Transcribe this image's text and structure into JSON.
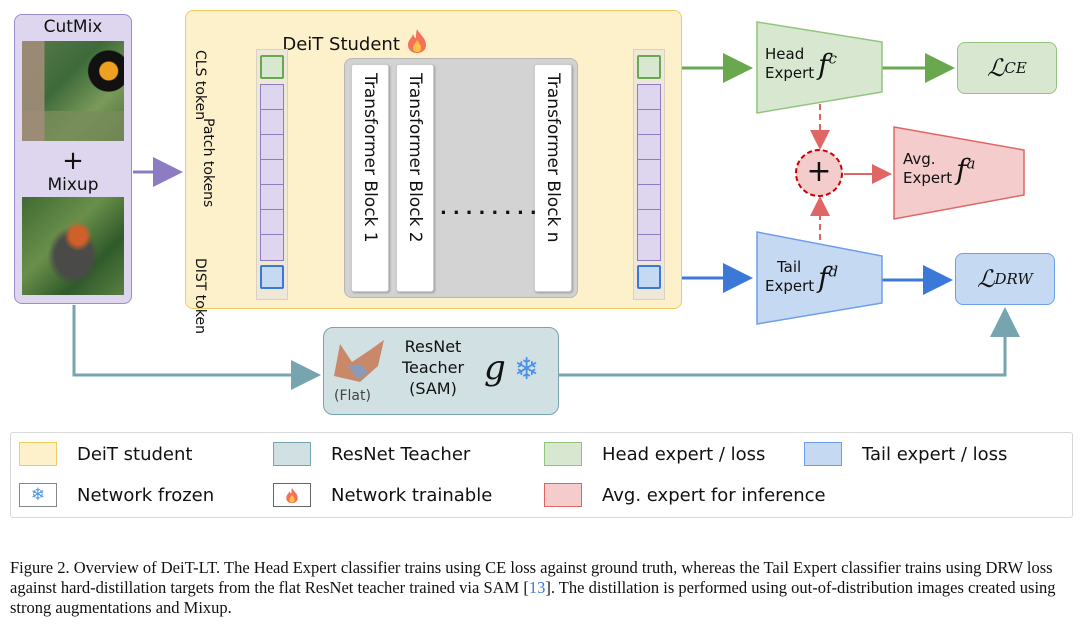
{
  "input": {
    "cutmix_label": "CutMix",
    "plus_symbol": "+",
    "mixup_label": "Mixup"
  },
  "student": {
    "title": "DeiT Student",
    "status_icon": "flame-icon",
    "cls_label": "CLS token",
    "patch_label": "Patch tokens",
    "dist_label": "DIST token",
    "patch_token_count": 7,
    "blocks": [
      {
        "label": "Transformer Block 1"
      },
      {
        "label": "Transformer Block 2"
      },
      {
        "label": "Transformer Block n"
      }
    ],
    "ellipsis": "........"
  },
  "experts": {
    "head": {
      "line1": "Head",
      "line2": "Expert",
      "symbol": "f",
      "superscript": "c"
    },
    "avg": {
      "line1": "Avg.",
      "line2": "Expert",
      "symbol": "f",
      "superscript": "a"
    },
    "tail": {
      "line1": "Tail",
      "line2": "Expert",
      "symbol": "f",
      "superscript": "d"
    },
    "combine_symbol": "+"
  },
  "losses": {
    "ce": {
      "symbol": "ℒ",
      "subscript": "CE"
    },
    "drw": {
      "symbol": "ℒ",
      "subscript": "DRW"
    }
  },
  "teacher": {
    "line1": "ResNet",
    "line2": "Teacher",
    "line3": "(SAM)",
    "flat_label": "(Flat)",
    "symbol": "g",
    "status_icon": "snowflake-icon"
  },
  "legend": [
    {
      "label": "DeiT student",
      "swatch": "#fdf1cb",
      "border": "#f1cc5c"
    },
    {
      "label": "ResNet Teacher",
      "swatch": "#d0e0e3",
      "border": "#76a5af"
    },
    {
      "label": "Head expert / loss",
      "swatch": "#d8e8d0",
      "border": "#93c47d"
    },
    {
      "label": "Tail expert / loss",
      "swatch": "#c6d9f3",
      "border": "#6d9eeb"
    },
    {
      "label": "Network frozen",
      "icon": "snowflake-icon"
    },
    {
      "label": "Network trainable",
      "icon": "flame-icon"
    },
    {
      "label": "Avg. expert for inference",
      "swatch": "#f4cccc",
      "border": "#e06666"
    }
  ],
  "caption": {
    "part1": "Figure 2. Overview of DeiT-LT. The Head Expert classifier trains using CE loss against ground truth, whereas the Tail Expert classifier trains using DRW loss against hard-distillation targets from the flat ResNet teacher trained via SAM [",
    "citation": "13",
    "part2": "].  The distillation is performed using out-of-distribution images created using strong augmentations and Mixup."
  },
  "colors": {
    "green": "#6aa84f",
    "blue": "#3c78d8",
    "red": "#e06666",
    "teal": "#76a5af",
    "purple": "#8e7cc3"
  }
}
